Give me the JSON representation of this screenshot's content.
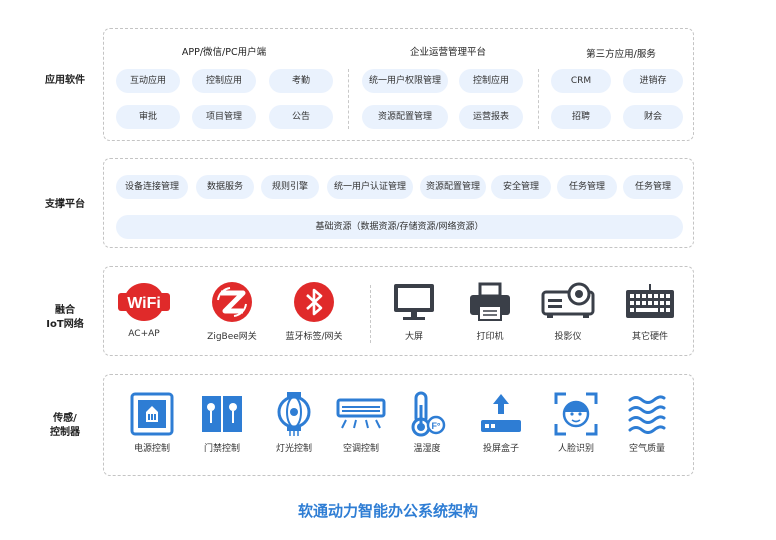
{
  "app": {
    "label": "应用软件",
    "col1_title": "APP/微信/PC用户端",
    "col2_title": "企业运营管理平台",
    "col3_title": "第三方应用/服务",
    "col1_items": [
      "互动应用",
      "控制应用",
      "考勤",
      "审批",
      "项目管理",
      "公告"
    ],
    "col2_items": [
      "统一用户权限管理",
      "控制应用",
      "资源配置管理",
      "运营报表"
    ],
    "col3_items": [
      "CRM",
      "进销存",
      "招聘",
      "财会"
    ]
  },
  "support": {
    "label": "支撑平台",
    "items": [
      "设备连接管理",
      "数据服务",
      "规则引擎",
      "统一用户认证管理",
      "资源配置管理",
      "安全管理",
      "任务管理",
      "任务管理"
    ],
    "base": "基础资源（数据资源/存储资源/网络资源）"
  },
  "iot": {
    "label_line1": "融合",
    "label_line2": "IoT网络",
    "items": [
      "AC+AP",
      "ZigBee网关",
      "蓝牙标签/网关",
      "大屏",
      "打印机",
      "投影仪",
      "其它硬件"
    ],
    "wifi_logo_text": "WiFi"
  },
  "sensor": {
    "label_line1": "传感/",
    "label_line2": "控制器",
    "items": [
      "电源控制",
      "门禁控制",
      "灯光控制",
      "空调控制",
      "温湿度",
      "投屏盒子",
      "人脸识别",
      "空气质量"
    ]
  },
  "caption": "软通动力智能办公系统架构",
  "colors": {
    "accent": "#2e7dd4",
    "pill_bg": "#eaf2fd",
    "red": "#e02a2a",
    "dark": "#3a3f48"
  }
}
